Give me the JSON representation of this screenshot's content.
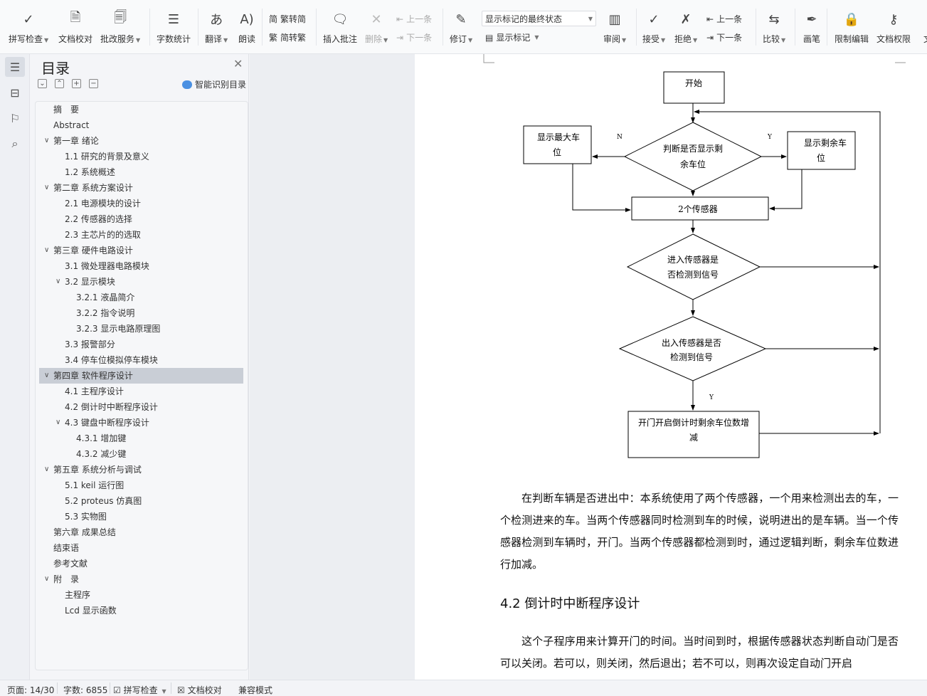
{
  "toolbar": {
    "spell_check": "拼写检查",
    "doc_proof": "文档校对",
    "correction_service": "批改服务",
    "word_count": "字数统计",
    "translate": "翻译",
    "read_aloud": "朗读",
    "to_simplified": "繁转简",
    "to_traditional": "简转繁",
    "insert_comment": "插入批注",
    "delete": "删除",
    "prev_comment": "上一条",
    "next_comment": "下一条",
    "revise": "修订",
    "markup_select": "显示标记的最终状态",
    "show_markup": "显示标记",
    "review": "审阅",
    "accept": "接受",
    "reject": "拒绝",
    "prev_change": "上一条",
    "next_change": "下一条",
    "compare": "比较",
    "pen": "画笔",
    "restrict_edit": "限制编辑",
    "doc_permission": "文档权限",
    "more": "文"
  },
  "toc": {
    "title": "目录",
    "smart_label": "智能识别目录",
    "items": [
      {
        "label": "摘　要",
        "level": 0,
        "expand": false
      },
      {
        "label": "Abstract",
        "level": 0,
        "expand": false
      },
      {
        "label": "第一章  绪论",
        "level": 0,
        "expand": true
      },
      {
        "label": "1.1 研究的背景及意义",
        "level": 1,
        "expand": false
      },
      {
        "label": "1.2 系统概述",
        "level": 1,
        "expand": false
      },
      {
        "label": "第二章  系统方案设计",
        "level": 0,
        "expand": true
      },
      {
        "label": "2.1 电源模块的设计",
        "level": 1,
        "expand": false
      },
      {
        "label": "2.2 传感器的选择",
        "level": 1,
        "expand": false
      },
      {
        "label": "2.3 主芯片的的选取",
        "level": 1,
        "expand": false
      },
      {
        "label": "第三章  硬件电路设计",
        "level": 0,
        "expand": true
      },
      {
        "label": "3.1 微处理器电路模块",
        "level": 1,
        "expand": false
      },
      {
        "label": "3.2 显示模块",
        "level": 1,
        "expand": true
      },
      {
        "label": "3.2.1 液晶简介",
        "level": 2,
        "expand": false
      },
      {
        "label": "3.2.2 指令说明",
        "level": 2,
        "expand": false
      },
      {
        "label": "3.2.3 显示电路原理图",
        "level": 2,
        "expand": false
      },
      {
        "label": "3.3 报警部分",
        "level": 1,
        "expand": false
      },
      {
        "label": "3.4 停车位模拟停车模块",
        "level": 1,
        "expand": false
      },
      {
        "label": "第四章  软件程序设计",
        "level": 0,
        "expand": true,
        "active": true
      },
      {
        "label": "4.1 主程序设计",
        "level": 1,
        "expand": false
      },
      {
        "label": "4.2 倒计时中断程序设计",
        "level": 1,
        "expand": false
      },
      {
        "label": "4.3 键盘中断程序设计",
        "level": 1,
        "expand": true
      },
      {
        "label": "4.3.1 增加键",
        "level": 2,
        "expand": false
      },
      {
        "label": "4.3.2 减少键",
        "level": 2,
        "expand": false
      },
      {
        "label": "第五章  系统分析与调试",
        "level": 0,
        "expand": true
      },
      {
        "label": "5.1 keil 运行图",
        "level": 1,
        "expand": false
      },
      {
        "label": "5.2 proteus 仿真图",
        "level": 1,
        "expand": false
      },
      {
        "label": "5.3 实物图",
        "level": 1,
        "expand": false
      },
      {
        "label": "第六章  成果总结",
        "level": 0,
        "expand": false
      },
      {
        "label": "结束语",
        "level": 0,
        "expand": false
      },
      {
        "label": "参考文献",
        "level": 0,
        "expand": false
      },
      {
        "label": "附　录",
        "level": 0,
        "expand": true
      },
      {
        "label": "主程序",
        "level": 1,
        "expand": false
      },
      {
        "label": "Lcd 显示函数",
        "level": 1,
        "expand": false
      }
    ]
  },
  "flowchart": {
    "start": "开始",
    "decision1": [
      "判断是否显示剩",
      "余车位"
    ],
    "show_max": [
      "显示最大车",
      "位"
    ],
    "show_remain": [
      "显示剩余车",
      "位"
    ],
    "n_label": "N",
    "y_label": "Y",
    "sensors": "2个传感器",
    "decision2": [
      "进入传感器是",
      "否检测到信号"
    ],
    "decision3": [
      "出入传感器是否",
      "检测到信号"
    ],
    "y_label2": "Y",
    "action": [
      "开门开启倒计时剩余车位数增",
      "减"
    ]
  },
  "doc": {
    "para1": "在判断车辆是否进出中：本系统使用了两个传感器，一个用来检测出去的车，一个检测进来的车。当两个传感器同时检测到车的时候，说明进出的是车辆。当一个传感器检测到车辆时，开门。当两个传感器都检测到时，通过逻辑判断，剩余车位数进行加减。",
    "heading": "4.2 倒计时中断程序设计",
    "para2": "这个子程序用来计算开门的时间。当时间到时，根据传感器状态判断自动门是否可以关闭。若可以，则关闭，然后退出；若不可以，则再次设定自动门开启"
  },
  "status": {
    "page": "页面: 14/30",
    "words": "字数: 6855",
    "spell": "拼写检查",
    "proof": "文档校对",
    "compat": "兼容模式"
  }
}
